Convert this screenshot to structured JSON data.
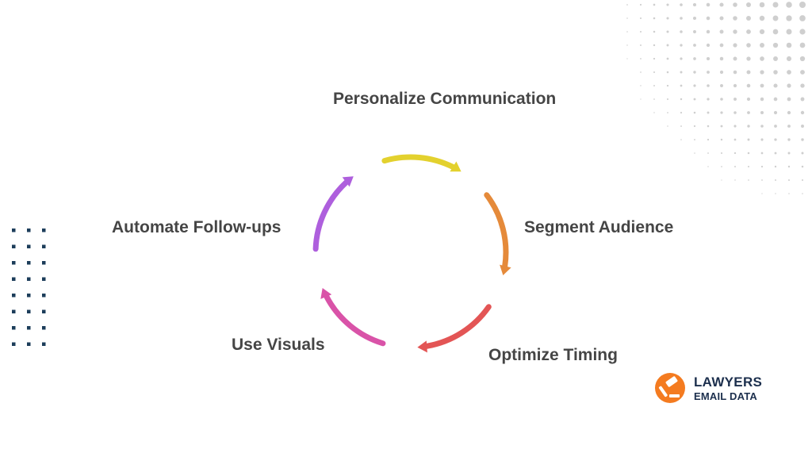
{
  "steps": [
    {
      "label": "Personalize Communication",
      "color": "#e3d12e"
    },
    {
      "label": "Segment Audience",
      "color": "#e58a3a"
    },
    {
      "label": "Optimize Timing",
      "color": "#e35555"
    },
    {
      "label": "Use Visuals",
      "color": "#d953a8"
    },
    {
      "label": "Automate Follow-ups",
      "color": "#ae5fdd"
    }
  ],
  "brand": {
    "line1": "LAWYERS",
    "line2": "EMAIL DATA",
    "accent": "#f47b20",
    "text_color": "#1c2f4d"
  },
  "decor": {
    "left_dots_color": "#1c3d5a",
    "right_dots_color": "#cfcfcf"
  }
}
